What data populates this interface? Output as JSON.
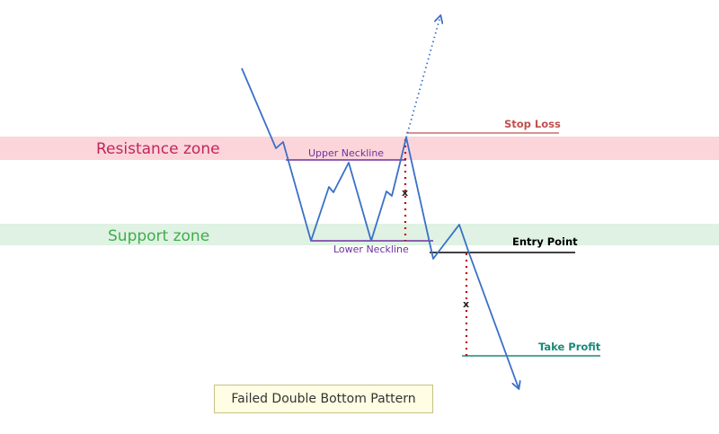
{
  "zones": {
    "resistance": {
      "label": "Resistance zone",
      "fill": "#fbd5da",
      "text_color": "#c2255c"
    },
    "support": {
      "label": "Support zone",
      "fill": "#dff2e3",
      "text_color": "#3fae49"
    }
  },
  "levels": {
    "upper_neckline": {
      "label": "Upper Neckline",
      "color": "#7030a0"
    },
    "lower_neckline": {
      "label": "Lower Neckline",
      "color": "#7030a0"
    },
    "stop_loss": {
      "label": "Stop Loss",
      "color": "#c0504d"
    },
    "entry_point": {
      "label": "Entry Point",
      "color": "#000000"
    },
    "take_profit": {
      "label": "Take Profit",
      "color": "#1a8a7a"
    }
  },
  "measure_marks": {
    "symbol": "x",
    "color": "#c00000"
  },
  "price_line_color": "#3a70c8",
  "caption": "Failed Double Bottom Pattern"
}
